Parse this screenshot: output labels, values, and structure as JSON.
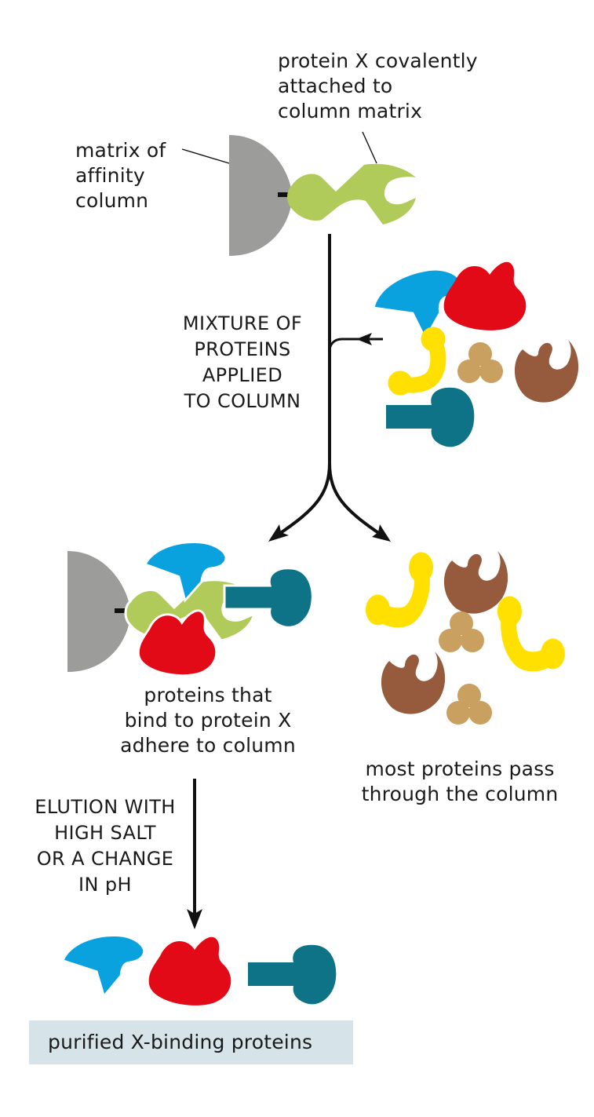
{
  "labels": {
    "protein_x": "protein X covalently\nattached to\ncolumn matrix",
    "matrix": "matrix of\naffinity\ncolumn",
    "mixture_step": "MIXTURE OF\nPROTEINS\nAPPLIED\nTO COLUMN",
    "bound_result": "proteins that\nbind to protein X\nadhere to column",
    "pass_result": "most proteins pass\nthrough the column",
    "elution_step": "ELUTION WITH\nHIGH SALT\nOR A CHANGE\nIN pH",
    "final_result": "purified X-binding proteins"
  },
  "colors": {
    "matrix_gray": "#9c9d9b",
    "protein_x_green": "#b1cb5a",
    "blue_protein": "#0aa1df",
    "red_protein": "#e20a17",
    "teal_protein": "#0f7387",
    "yellow_protein": "#ffe000",
    "tan_protein": "#c9a05f",
    "brown_protein": "#965a3c",
    "result_box": "#d6e3e8"
  }
}
